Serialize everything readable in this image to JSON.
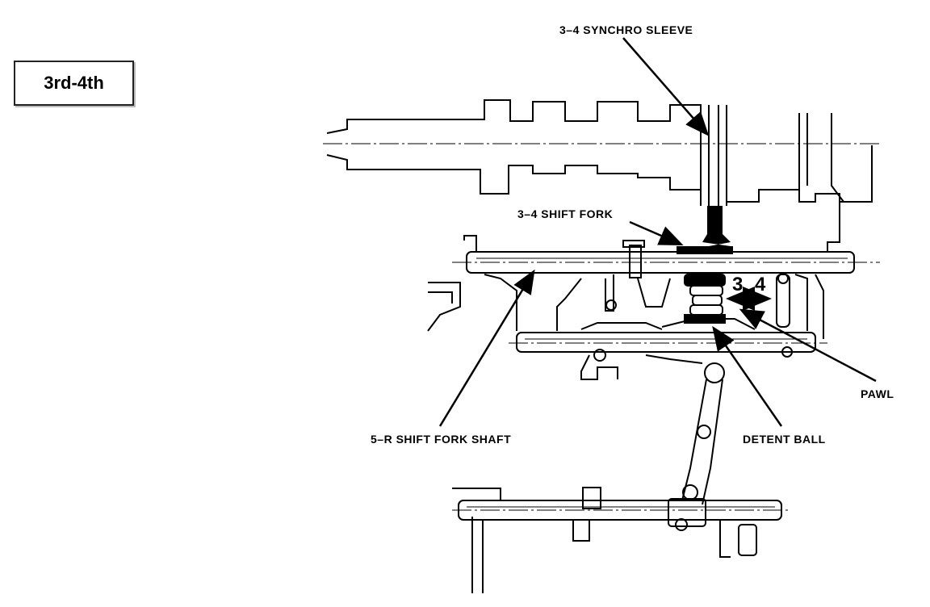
{
  "gear_position": "3rd-4th",
  "labels": {
    "synchro_sleeve": "3–4 SYNCHRO SLEEVE",
    "shift_fork": "3–4 SHIFT FORK",
    "shaft": "5–R SHIFT FORK SHAFT",
    "detent_ball": "DETENT BALL",
    "pawl": "PAWL"
  },
  "markers": {
    "three": "3",
    "four": "4"
  }
}
